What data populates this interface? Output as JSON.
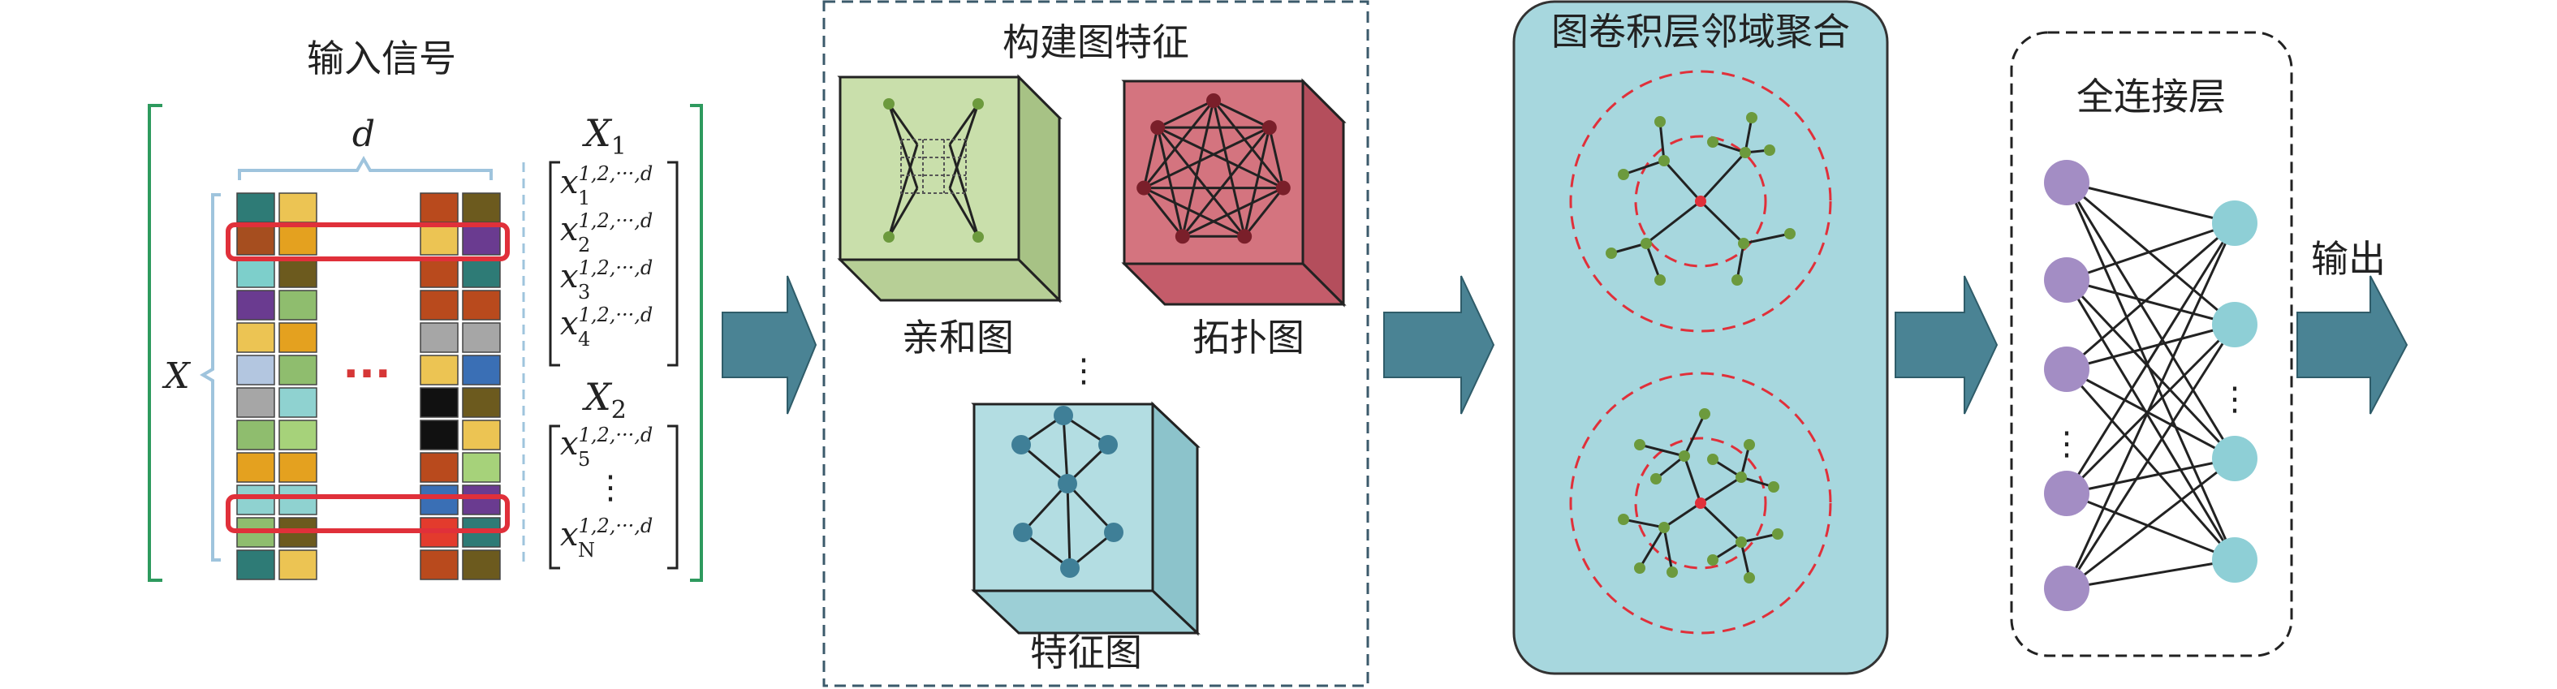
{
  "input": {
    "title": "输入信号",
    "dim_label": "d",
    "matrix_label": "X",
    "ellipsis": "···",
    "group1_label": "X",
    "group1_sub": "1",
    "group2_label": "X",
    "group2_sub": "2",
    "x_rows_g1": [
      {
        "base": "x",
        "sub": "1",
        "sup": "1,2,···,d"
      },
      {
        "base": "x",
        "sub": "2",
        "sup": "1,2,···,d"
      },
      {
        "base": "x",
        "sub": "3",
        "sup": "1,2,···,d"
      },
      {
        "base": "x",
        "sub": "4",
        "sup": "1,2,···,d"
      }
    ],
    "x_rows_g2": [
      {
        "base": "x",
        "sub": "5",
        "sup": "1,2,···,d"
      },
      {
        "base": "x",
        "sub": "N",
        "sup": "1,2,···,d"
      }
    ],
    "vdots": "⋮",
    "colors_left": [
      "#2e7b76",
      "#a64e1f",
      "#7dcfcb",
      "#6a3b90",
      "#ecc453",
      "#b3c6e0",
      "#a6a6a6",
      "#8fbd6e",
      "#e4a11f",
      "#8fd2d0",
      "#8fbd6e",
      "#2e7b76"
    ],
    "colors_left2": [
      "#ecc453",
      "#e4a11f",
      "#6c5a1e",
      "#8fbd6e",
      "#e4a11f",
      "#8fbd6e",
      "#8fd2d0",
      "#a6d27a",
      "#e4a11f",
      "#8fd2d0",
      "#6c5a1e",
      "#ecc453"
    ],
    "colors_right": [
      "#b94a1d",
      "#ecc453",
      "#b94a1d",
      "#b94a1d",
      "#a6a6a6",
      "#ecc453",
      "#111111",
      "#111111",
      "#b94a1d",
      "#3a6fb5",
      "#e33b2d",
      "#b94a1d"
    ],
    "colors_right2": [
      "#6c5a1e",
      "#6a3b90",
      "#2e7b76",
      "#b94a1d",
      "#a6a6a6",
      "#3a6fb5",
      "#6c5a1e",
      "#ecc453",
      "#a6d27a",
      "#6a3b90",
      "#2e7b76",
      "#6c5a1e"
    ]
  },
  "graph_construction": {
    "title": "构建图特征",
    "affinity_label": "亲和图",
    "topology_label": "拓扑图",
    "feature_label": "特征图",
    "vdots": "⋮",
    "affinity_color": "#c9dfab",
    "topology_color": "#d4747f",
    "feature_color": "#b3dde2"
  },
  "aggregation": {
    "title": "图卷积层邻域聚合",
    "panel_color": "#a7d7de"
  },
  "fully_connected": {
    "title": "全连接层",
    "vdots": "⋮",
    "input_node_color": "#a38dc4",
    "output_node_color": "#8ecfd6"
  },
  "output": {
    "label": "输出"
  },
  "colors": {
    "arrow": "#4a8394",
    "bracket": "#2e9a5e",
    "highlight": "#e0303a"
  }
}
